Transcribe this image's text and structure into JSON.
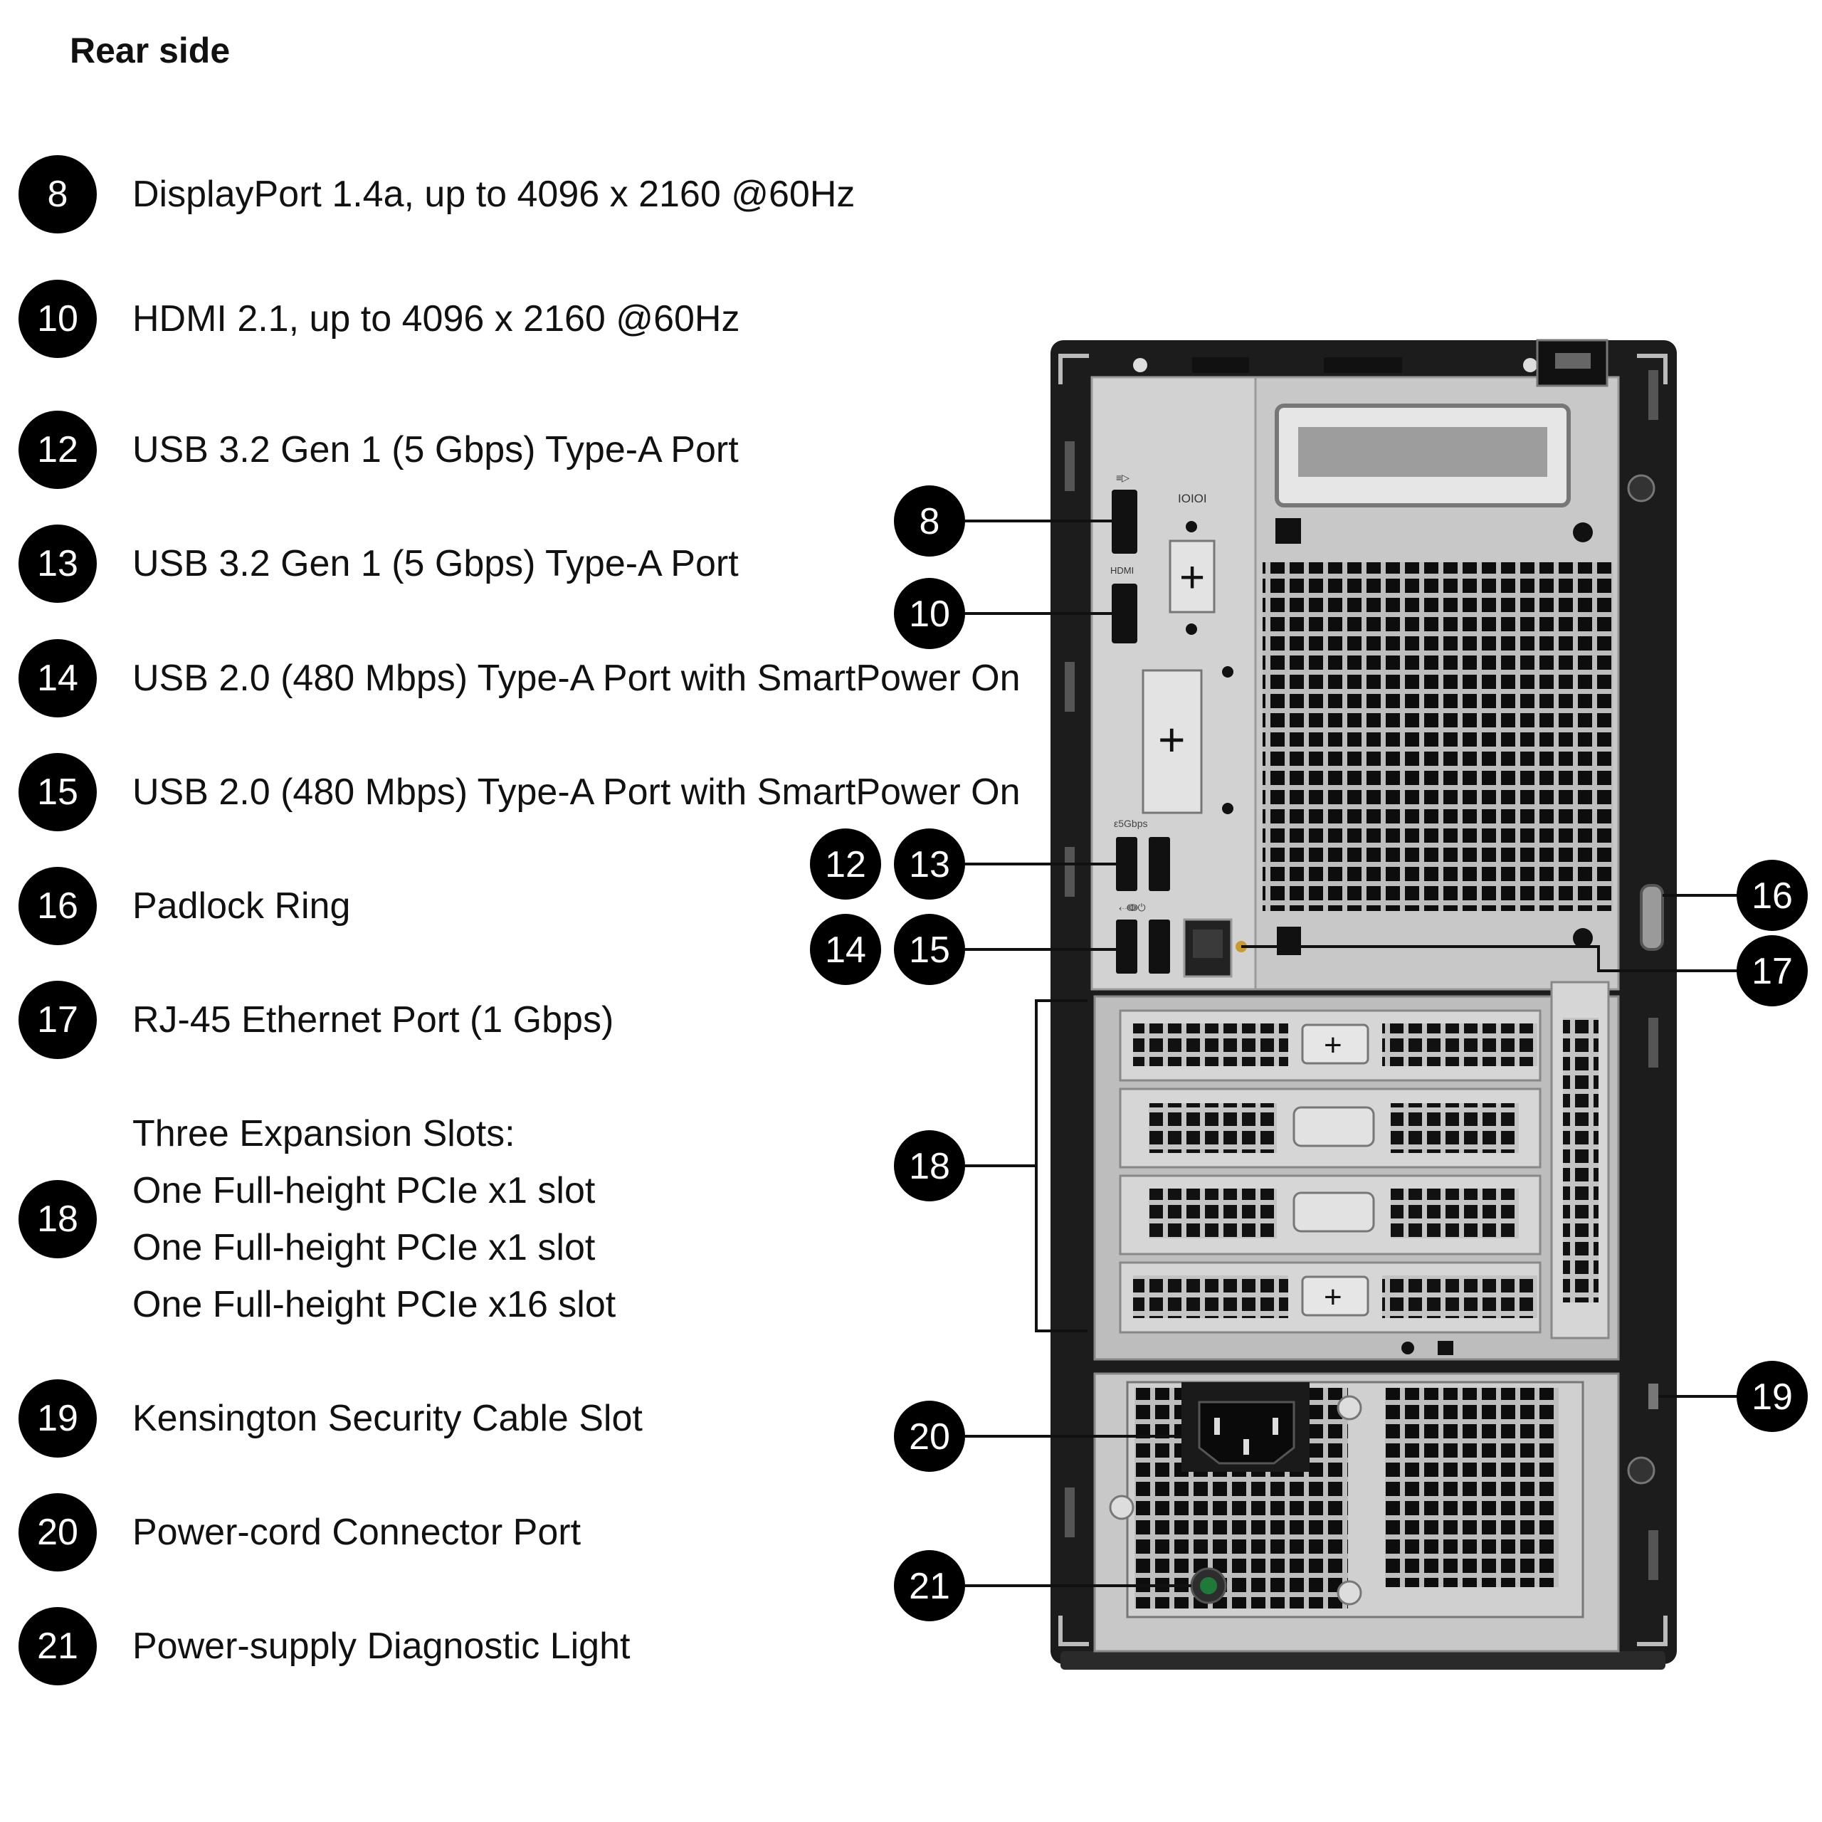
{
  "title": "Rear side",
  "legend": [
    {
      "num": "8",
      "lines": [
        "DisplayPort 1.4a, up to 4096 x 2160 @60Hz"
      ]
    },
    {
      "num": "10",
      "lines": [
        "HDMI 2.1, up to 4096 x 2160 @60Hz"
      ]
    },
    {
      "num": "12",
      "lines": [
        "USB 3.2 Gen 1 (5 Gbps) Type-A Port"
      ]
    },
    {
      "num": "13",
      "lines": [
        "USB 3.2 Gen 1 (5 Gbps) Type-A Port"
      ]
    },
    {
      "num": "14",
      "lines": [
        "USB 2.0 (480 Mbps) Type-A Port with SmartPower On"
      ]
    },
    {
      "num": "15",
      "lines": [
        "USB 2.0 (480 Mbps) Type-A Port with SmartPower On"
      ]
    },
    {
      "num": "16",
      "lines": [
        "Padlock Ring"
      ]
    },
    {
      "num": "17",
      "lines": [
        "RJ-45 Ethernet Port (1 Gbps)"
      ]
    },
    {
      "num": "18",
      "lines": [
        "Three Expansion Slots:",
        "One Full-height PCIe x1 slot",
        "One Full-height PCIe x1 slot",
        "One Full-height PCIe x16 slot"
      ]
    },
    {
      "num": "19",
      "lines": [
        "Kensington Security Cable Slot"
      ]
    },
    {
      "num": "20",
      "lines": [
        "Power-cord Connector Port"
      ]
    },
    {
      "num": "21",
      "lines": [
        "Power-supply Diagnostic Light"
      ]
    }
  ],
  "callouts": [
    "8",
    "10",
    "12",
    "13",
    "14",
    "15",
    "16",
    "17",
    "18",
    "19",
    "20",
    "21"
  ],
  "colors": {
    "badge": "#000000",
    "chassis": "#1c1c1c",
    "panel": "#c8c8c8",
    "panel_dark": "#9a9a9a",
    "led": "#1f7a3a"
  },
  "port_labels": {
    "serial": "IOIOI"
  }
}
